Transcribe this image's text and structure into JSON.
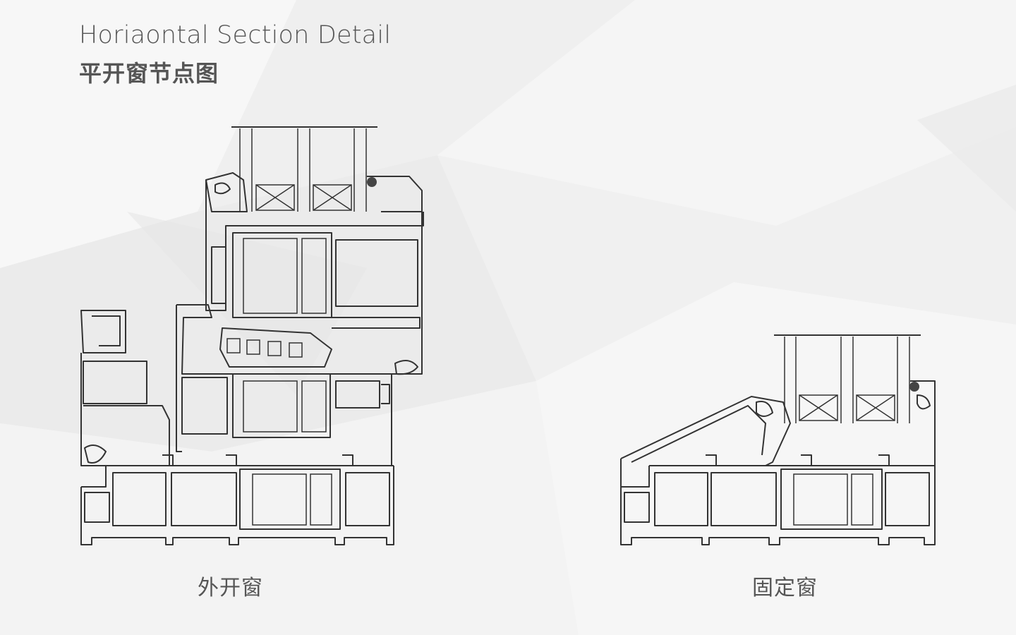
{
  "header": {
    "title_en": "Horiaontal Section Detail",
    "title_cn": "平开窗节点图"
  },
  "sections": [
    {
      "caption": "外开窗"
    },
    {
      "caption": "固定窗"
    }
  ],
  "colors": {
    "background": "#f4f4f4",
    "line": "#333333",
    "text": "#555555"
  }
}
